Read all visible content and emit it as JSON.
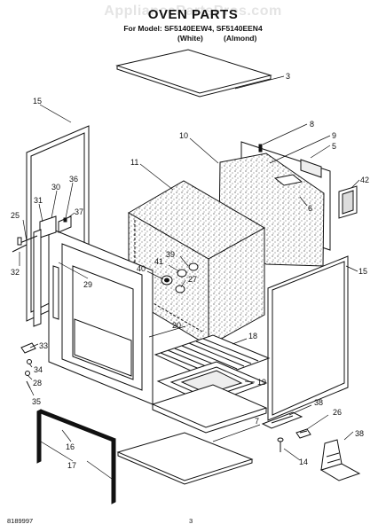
{
  "header": {
    "watermark": "AppliancePartsPros.com",
    "title": "OVEN PARTS",
    "model_line": "For Model: SF5140EEW4, SF5140EEN4",
    "color_white": "(White)",
    "color_almond": "(Almond)"
  },
  "callouts": {
    "c3": "3",
    "c8": "8",
    "c9": "9",
    "c10": "10",
    "c5": "5",
    "c11": "11",
    "c15a": "15",
    "c42": "42",
    "c36": "36",
    "c30": "30",
    "c31": "31",
    "c37": "37",
    "c25": "25",
    "c6": "6",
    "c32": "32",
    "c39": "39",
    "c41": "41",
    "c40": "40",
    "c27": "27",
    "c29": "29",
    "c15b": "15",
    "c20": "20",
    "c18": "18",
    "c33": "33",
    "c34": "34",
    "c28": "28",
    "c35": "35",
    "c19": "19",
    "c38a": "38",
    "c7": "7",
    "c26": "26",
    "c16": "16",
    "c38b": "38",
    "c14": "14",
    "c17": "17"
  },
  "footer": {
    "doc_number": "8189997",
    "page": "3"
  }
}
